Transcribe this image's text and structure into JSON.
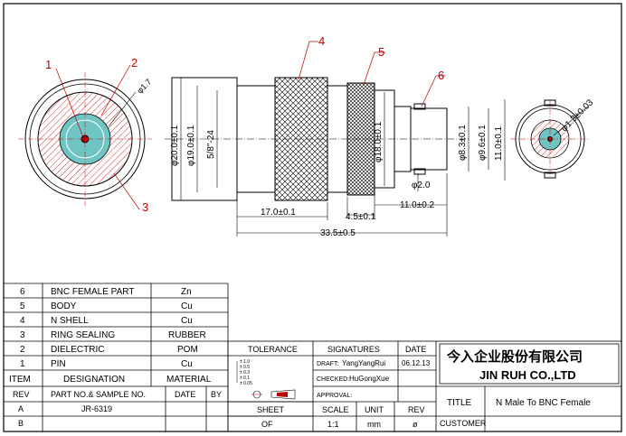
{
  "title_block": {
    "company_cn": "今入企业股份有限公司",
    "company_en": "JIN RUH CO.,LTD",
    "title_label": "TITLE",
    "title_value": "N Male To BNC Female",
    "customer_label": "CUSTOMER",
    "tolerance_label": "TOLERANCE",
    "signatures_label": "SIGNATURES",
    "date_label": "DATE",
    "draft_label": "DRAFT:",
    "draft_name": "YangYangRui",
    "draft_date": "06.12.13",
    "checked_label": "CHECKED:",
    "checked_name": "HuGongXue",
    "approval_label": "APPROVAL:",
    "sheet_label": "SHEET",
    "sheet_value": "OF",
    "scale_label": "SCALE",
    "scale_value": "1:1",
    "unit_label": "UNIT",
    "unit_value": "mm",
    "rev_label": "REV",
    "rev_value": "ø",
    "tol_rows": [
      "± 1.0",
      "± 0.5",
      "± 0.3",
      "± 0.1",
      "± 0.05"
    ]
  },
  "rev_table": {
    "headers": [
      "REV",
      "PART NO.& SAMPLE NO.",
      "DATE",
      "BY"
    ],
    "rows": [
      [
        "A",
        "JR-6319",
        "",
        ""
      ],
      [
        "B",
        "",
        "",
        ""
      ]
    ]
  },
  "bom": {
    "headers": [
      "ITEM",
      "DESIGNATION",
      "MATERIAL"
    ],
    "rows": [
      [
        "6",
        "BNC FEMALE PART",
        "Zn"
      ],
      [
        "5",
        "BODY",
        "Cu"
      ],
      [
        "4",
        "N SHELL",
        "Cu"
      ],
      [
        "3",
        "RING SEALING",
        "RUBBER"
      ],
      [
        "2",
        "DIELECTRIC",
        "POM"
      ],
      [
        "1",
        "PIN",
        "Cu"
      ]
    ]
  },
  "callouts": [
    "1",
    "2",
    "3",
    "4",
    "5",
    "6"
  ],
  "dimensions": {
    "d17": "φ1.7",
    "d200": "φ20.0±0.1",
    "d190": "φ19.0±0.1",
    "thread": "5/8\"-24",
    "d180": "φ18.0±0.1",
    "d83": "φ8.3±0.1",
    "d96": "φ9.6±0.1",
    "l110v": "11.0±0.1",
    "d13": "φ1.3±0.03",
    "d20": "φ2.0",
    "l170": "17.0±0.1",
    "l45": "4.5±0.1",
    "l110": "11.0±0.2",
    "l335": "33.5±0.5"
  },
  "colors": {
    "hatch": "#c00000",
    "dielectric": "#6fc4c4",
    "line": "#000000"
  }
}
